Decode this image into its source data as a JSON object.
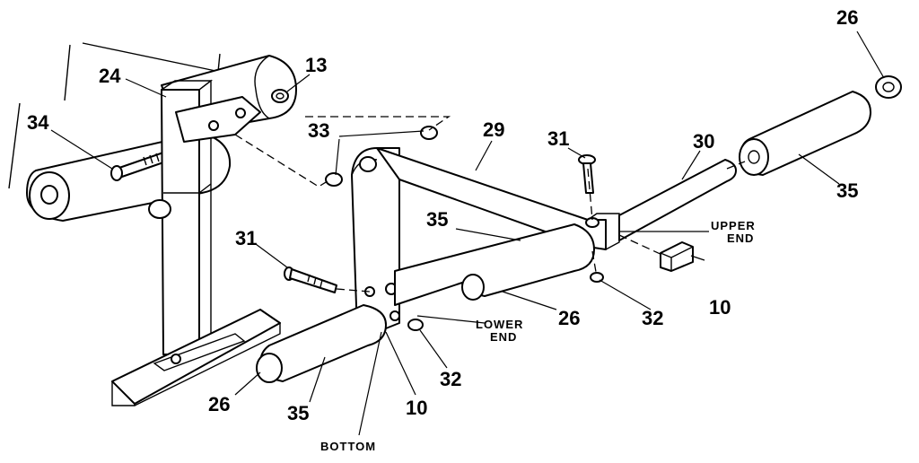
{
  "callouts": {
    "c26_top": "26",
    "c13": "13",
    "c24": "24",
    "c34": "34",
    "c33": "33",
    "c29": "29",
    "c31_top": "31",
    "c30": "30",
    "c35_right": "35",
    "c35_mid": "35",
    "c31_left": "31",
    "c26_mid": "26",
    "c32_right": "32",
    "c10_right": "10",
    "c26_bottom": "26",
    "c35_bottom": "35",
    "c10_bottom": "10",
    "c32_bottom": "32"
  },
  "labels": {
    "upper_1": "UPPER",
    "upper_2": "END",
    "lower_1": "LOWER",
    "lower_2": "END",
    "bottom": "BOTTOM"
  }
}
